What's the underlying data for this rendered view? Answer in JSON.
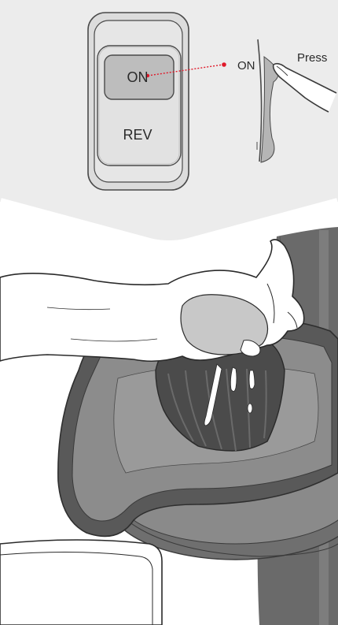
{
  "switch": {
    "on_label": "ON",
    "rev_label": "REV"
  },
  "side_view": {
    "on_label": "ON",
    "press_label": "Press"
  },
  "colors": {
    "panel_background": "#ebebeb",
    "indicator_dot": "#e0192a",
    "juicer_dark": "#5b5b5b",
    "juicer_light": "#8f8f8f"
  }
}
